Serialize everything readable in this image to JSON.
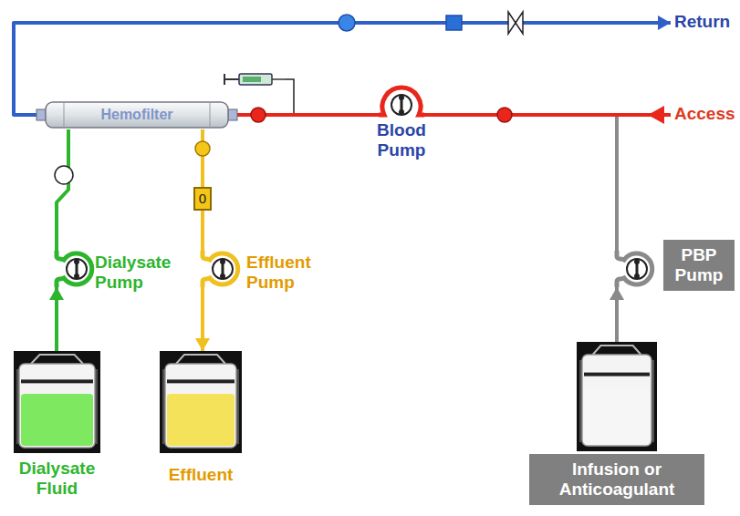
{
  "diagram": {
    "nodes": [
      {
        "text": [
          "Return"
        ]
      },
      {
        "text": [
          "Hemofilter"
        ]
      },
      {
        "text": [
          "Blood Pump"
        ]
      },
      {
        "text": [
          "Access"
        ]
      },
      {
        "text": [
          "Dialysate Pump"
        ]
      },
      {
        "text": [
          "Effluent Pump"
        ]
      },
      {
        "text": [
          "PBP Pump"
        ]
      },
      {
        "text": [
          "Dialysate Fluid"
        ]
      },
      {
        "text": [
          "Effluent"
        ]
      },
      {
        "text": [
          "Infusion or Anticoagulant"
        ]
      }
    ],
    "edges": [
      {
        "from": 3,
        "to": 2,
        "arrow": "none"
      },
      {
        "from": 2,
        "to": 1,
        "arrow": "none"
      },
      {
        "from": 1,
        "to": 0,
        "arrow": "to"
      },
      {
        "from": 7,
        "to": 4,
        "arrow": "to"
      },
      {
        "from": 4,
        "to": 1,
        "arrow": "none"
      },
      {
        "from": 1,
        "to": 5,
        "arrow": "none"
      },
      {
        "from": 5,
        "to": 8,
        "arrow": "to"
      },
      {
        "from": 9,
        "to": 6,
        "arrow": "to"
      },
      {
        "from": 6,
        "to": 3,
        "arrow": "none"
      }
    ],
    "labels": [
      "0"
    ]
  }
}
